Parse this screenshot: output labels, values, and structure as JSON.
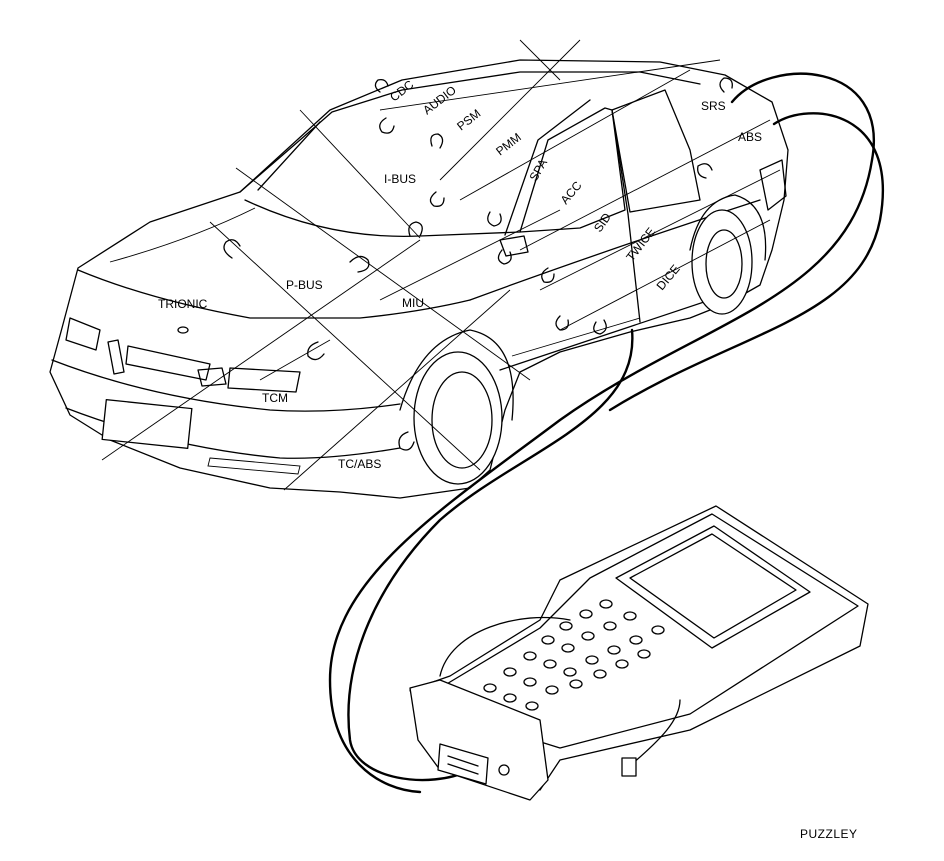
{
  "diagram": {
    "module_labels": {
      "cdc": "CDC",
      "audio": "AUDIO",
      "psm": "PSM",
      "pmm": "PMM",
      "i_bus": "I-BUS",
      "spa": "SPA",
      "acc": "ACC",
      "sid": "SID",
      "twice": "TWICE",
      "dice": "DICE",
      "srs": "SRS",
      "abs": "ABS",
      "trionic": "TRIONIC",
      "p_bus": "P-BUS",
      "miu": "MIU",
      "tcm": "TCM",
      "tc_abs": "TC/ABS"
    },
    "credit": "PUZZLEY"
  }
}
